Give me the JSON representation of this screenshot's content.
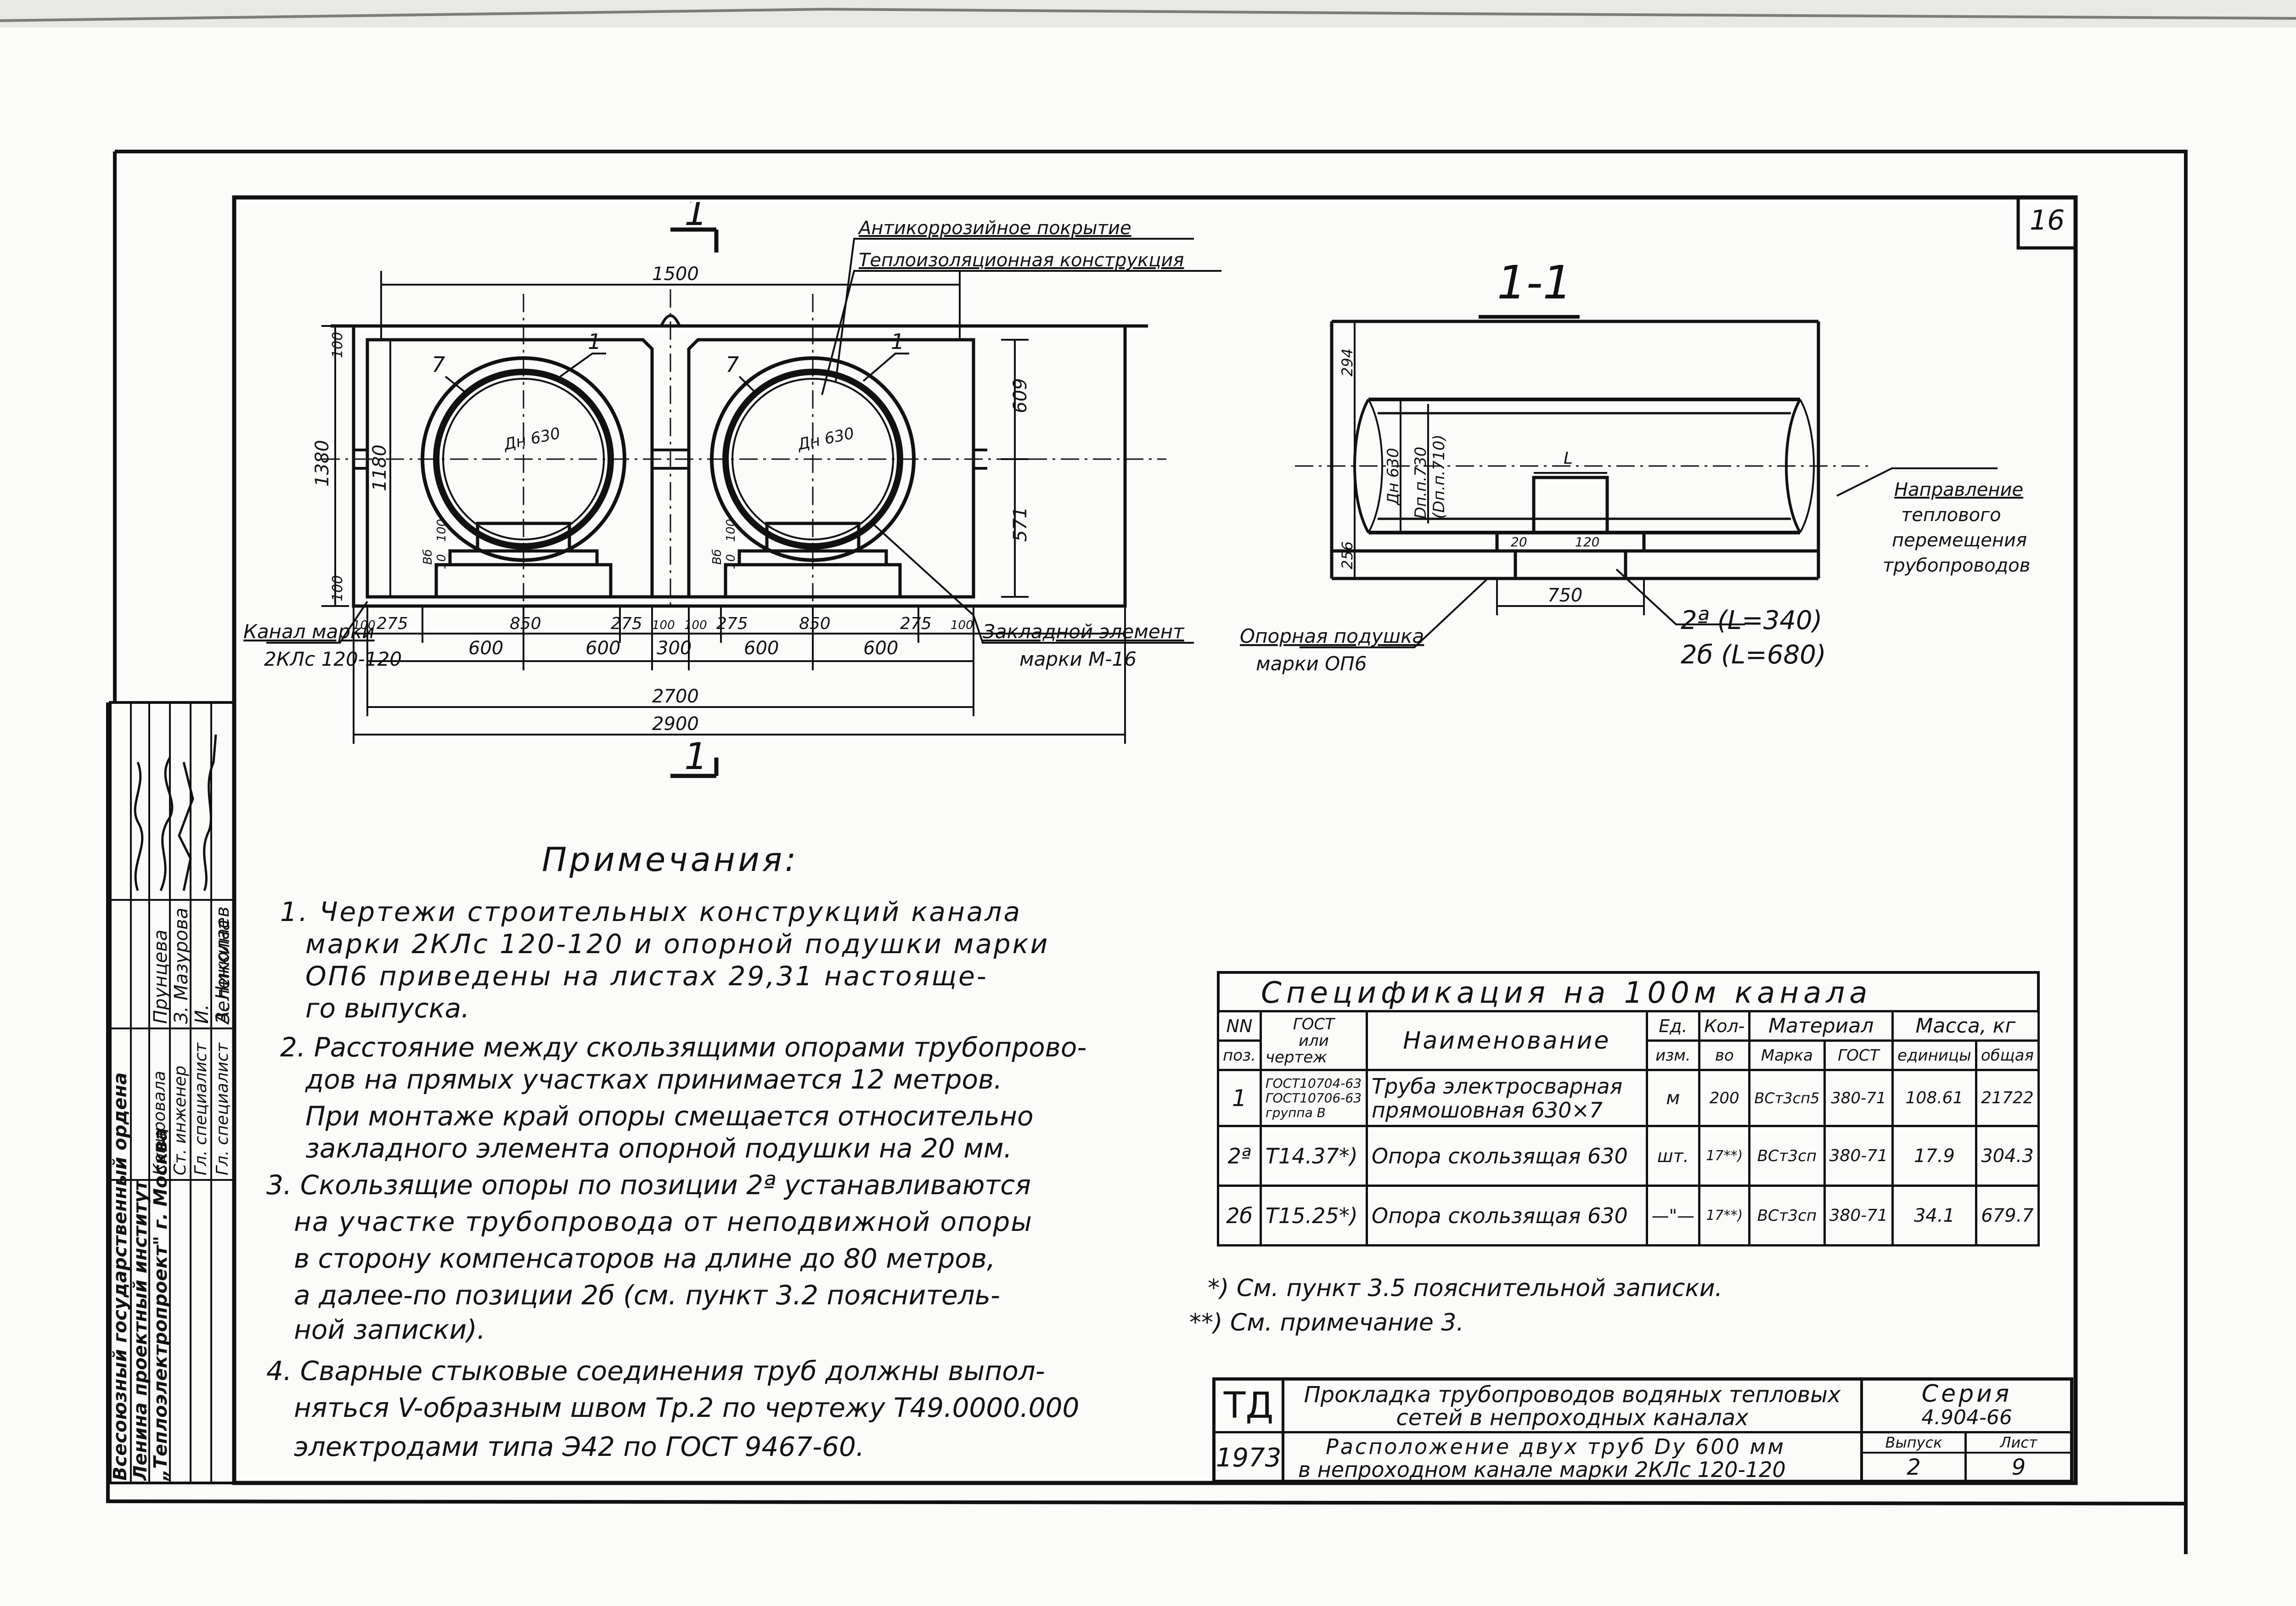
{
  "sheet_number": "16",
  "drawing": {
    "section_marker": "1",
    "section_title": "1-1",
    "callouts": {
      "coating": "Антикоррозийное покрытие",
      "insulation": "Теплоизоляционная конструкция",
      "channel_label_1": "Канал марки",
      "channel_label_2": "2КЛс 120-120",
      "embedded_1": "Закладной элемент",
      "embedded_2": "марки М-16",
      "pad_1": "Опорная подушка",
      "pad_2": "марки ОП6",
      "direction_1": "Направление",
      "direction_2": "теплового",
      "direction_3": "перемещения",
      "direction_4": "трубопроводов",
      "support_a": "2ª (L=340)",
      "support_b": "2б (L=680)",
      "pos1": "1",
      "pos7": "7",
      "dn630": "Дн 630",
      "dn630b": "Дн 630",
      "dpl730": "Dп.п.730",
      "dpl710": "(Dп.п.710)",
      "L": "L"
    },
    "dims": {
      "d1500": "1500",
      "d1380": "1380",
      "d1180": "1180",
      "d100a": "100",
      "d100b": "100",
      "d609": "609",
      "d571": "571",
      "d275a": "275",
      "d850a": "850",
      "d275b": "275",
      "d100c": "100",
      "d100d": "100",
      "d275c": "275",
      "d850b": "850",
      "d275d": "275",
      "d100e": "100",
      "d100f": "100",
      "d600a": "600",
      "d600b": "600",
      "d300": "300",
      "d600c": "600",
      "d600d": "600",
      "d2700": "2700",
      "d2900": "2900",
      "d294": "294",
      "d256": "256",
      "d750": "750",
      "d20": "20",
      "d120": "120",
      "small_a": "100",
      "small_b": "10",
      "small_c": "Вб",
      "small_d": "100",
      "small_e": "10",
      "small_f": "Вб"
    }
  },
  "notes": {
    "title": "Примечания:",
    "lines": [
      "1. Чертежи строительных конструкций канала",
      "марки 2КЛс 120-120 и опорной подушки марки",
      "ОП6 приведены на листах 29,31 настояще-",
      "го выпуска.",
      "2. Расстояние между скользящими опорами трубопрово-",
      "дов на прямых участках принимается 12 метров.",
      "При монтаже край опоры смещается относительно",
      "закладного элемента опорной подушки на 20 мм.",
      "3. Скользящие опоры по позиции 2ª устанавливаются",
      "на участке трубопровода от неподвижной опоры",
      "в сторону компенсаторов на длине до 80 метров,",
      "а далее-по позиции 2б (см. пункт 3.2 пояснитель-",
      "ной записки).",
      "4. Сварные стыковые соединения труб должны выпол-",
      "няться V-образным швом Тр.2 по чертежу Т49.0000.000",
      "электродами типа Э42 по ГОСТ 9467-60."
    ]
  },
  "spec": {
    "title": "Спецификация на 100м канала",
    "headers": {
      "nn": "NN",
      "poz": "поз.",
      "gost": "ГОСТ",
      "gost2": "или",
      "gost3": "чертеж",
      "name": "Наименование",
      "unit": "Ед.",
      "unit2": "изм.",
      "qty": "Кол-",
      "qty2": "во",
      "material": "Материал",
      "marka": "Марка",
      "gost_m": "ГОСТ",
      "mass": "Масса, кг",
      "mass_unit": "единицы",
      "mass_total": "общая"
    },
    "rows": [
      {
        "poz": "1",
        "doc": "ГОСТ10704-63 ГОСТ10706-63 группа В",
        "name": "Труба электросварная прямошовная 630×7",
        "unit": "м",
        "qty": "200",
        "marka": "ВСт3сп5",
        "gost": "380-71",
        "mass_unit": "108.61",
        "mass_total": "21722"
      },
      {
        "poz": "2ª",
        "doc": "Т14.37*)",
        "name": "Опора скользящая 630",
        "unit": "шт.",
        "qty": "17**)",
        "marka": "ВСт3сп",
        "gost": "380-71",
        "mass_unit": "17.9",
        "mass_total": "304.3"
      },
      {
        "poz": "2б",
        "doc": "Т15.25*)",
        "name": "Опора скользящая 630",
        "unit": "—\"—",
        "qty": "17**)",
        "marka": "ВСт3сп",
        "gost": "380-71",
        "mass_unit": "34.1",
        "mass_total": "679.7"
      }
    ],
    "footnote1": "*) См. пункт 3.5 пояснительной записки.",
    "footnote2": "**) См. примечание 3."
  },
  "title_block": {
    "td": "ТД",
    "year": "1973",
    "title1": "Прокладка трубопроводов водяных тепловых",
    "title2": "сетей в непроходных каналах",
    "sub1": "Расположение двух труб Dу 600 мм",
    "sub2": "в непроходном канале марки 2КЛс 120-120",
    "series_label": "Серия",
    "series_value": "4.904-66",
    "issue_label": "Выпуск",
    "issue_value": "2",
    "sheet_label": "Лист",
    "sheet_value": "9"
  },
  "stamp": {
    "institute": "Всесоюзный государственный ордена Ленина проектный институт „Теплоэлектропроект\" г. Москва",
    "roles": [
      "Гл. специалист",
      "Гл. специалист",
      "Ст. инженер",
      "Копировала"
    ],
    "names": [
      "А. Николаев",
      "И. Зеленкина",
      "З. Мазурова",
      "Прунцева"
    ]
  }
}
